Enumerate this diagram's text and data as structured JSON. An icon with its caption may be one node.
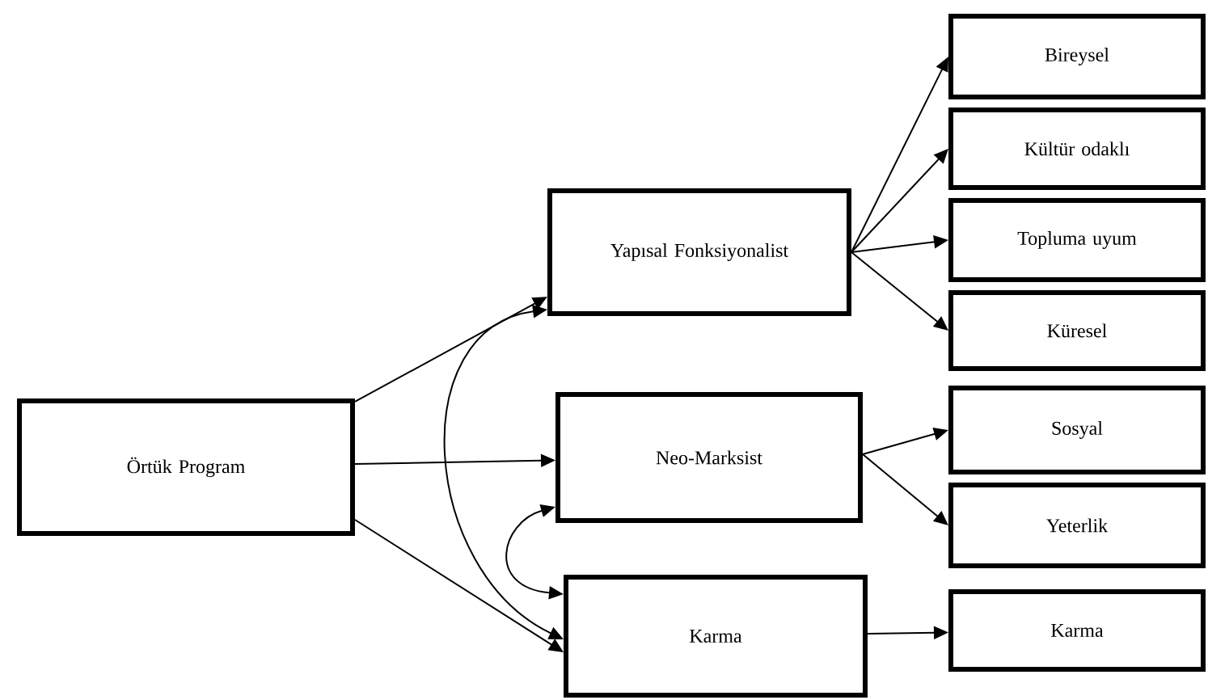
{
  "diagram": {
    "nodes": [
      {
        "text": [
          "Örtük Program"
        ]
      },
      {
        "text": [
          "Yapısal Fonksiyonalist"
        ]
      },
      {
        "text": [
          "Neo-Marksist"
        ]
      },
      {
        "text": [
          "Karma"
        ]
      },
      {
        "text": [
          "Bireysel"
        ]
      },
      {
        "text": [
          "Kültür odaklı"
        ]
      },
      {
        "text": [
          "Topluma uyum"
        ]
      },
      {
        "text": [
          "Küresel"
        ]
      },
      {
        "text": [
          "Sosyal"
        ]
      },
      {
        "text": [
          "Yeterlik"
        ]
      },
      {
        "text": [
          "Karma"
        ]
      }
    ],
    "edges": [
      {
        "from": 0,
        "to": 1,
        "arrow": "to"
      },
      {
        "from": 0,
        "to": 2,
        "arrow": "to"
      },
      {
        "from": 0,
        "to": 3,
        "arrow": "to"
      },
      {
        "from": 3,
        "to": 1,
        "arrow": "both"
      },
      {
        "from": 3,
        "to": 2,
        "arrow": "both"
      },
      {
        "from": 1,
        "to": 4,
        "arrow": "to"
      },
      {
        "from": 1,
        "to": 5,
        "arrow": "to"
      },
      {
        "from": 1,
        "to": 6,
        "arrow": "to"
      },
      {
        "from": 1,
        "to": 7,
        "arrow": "to"
      },
      {
        "from": 2,
        "to": 8,
        "arrow": "to"
      },
      {
        "from": 2,
        "to": 9,
        "arrow": "to"
      },
      {
        "from": 3,
        "to": 10,
        "arrow": "to"
      }
    ]
  }
}
